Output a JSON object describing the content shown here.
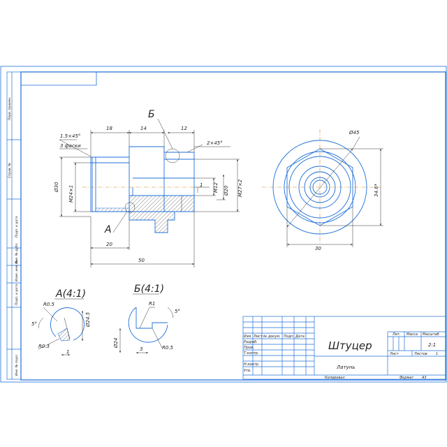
{
  "sheet": {
    "side_labels": [
      "Перв. примен.",
      "Справ. №",
      "Подп. и дата",
      "Инв. № дубл.",
      "Взам. инв. №",
      "Подп. и дата",
      "Инв. № подл."
    ]
  },
  "views": {
    "callout_b": "Б",
    "callout_a": "А",
    "detail_a_title": "А(4:1)",
    "detail_b_title": "Б(4:1)"
  },
  "dims": {
    "chamfer_main": "1.5×45°",
    "chamfer_count": "3 фаски",
    "len_18": "18",
    "len_14": "14",
    "len_12": "12",
    "chamfer_2": "2×45°",
    "dia_30": "Ø30",
    "thread_m24": "M24×1",
    "len_1": "1",
    "thread_m12": "M12",
    "dia_20": "Ø20",
    "thread_m27": "M27×2",
    "len_20": "20",
    "len_50": "50",
    "dia_45": "Ø45",
    "hex_346": "34.6*",
    "hex_30": "30",
    "a_r05": "R0.5",
    "a_dia245": "Ø24.5",
    "a_r03": "R0.3",
    "a_angle": "5°",
    "a_len": "1",
    "b_r1": "R1",
    "b_angle": "5°",
    "b_dia24": "Ø24",
    "b_len3": "3",
    "b_r05": "R0.5"
  },
  "title_block": {
    "part_name": "Штуцер",
    "material": "Латунь",
    "col_lit": "Лит.",
    "col_massa": "Масса",
    "col_masshtab": "Масштаб",
    "scale_value": "2:1",
    "col_list": "Лист",
    "col_listov": "Листов",
    "listov_value": "1",
    "row_izm": "Изм.",
    "row_list": "Лист",
    "row_docnum": "№ докум.",
    "row_podp": "Подп.",
    "row_data": "Дата",
    "row_razrab": "Разраб.",
    "row_prov": "Пров.",
    "row_tkontr": "Т.контр.",
    "row_nkontr": "Н.контр.",
    "row_utv": "Утв.",
    "kopiroval": "Копировал",
    "format_label": "Формат",
    "format_value": "A3"
  },
  "colors": {
    "frame": "#1e6fd9",
    "axis": "#d4881a",
    "ink": "#222222"
  }
}
